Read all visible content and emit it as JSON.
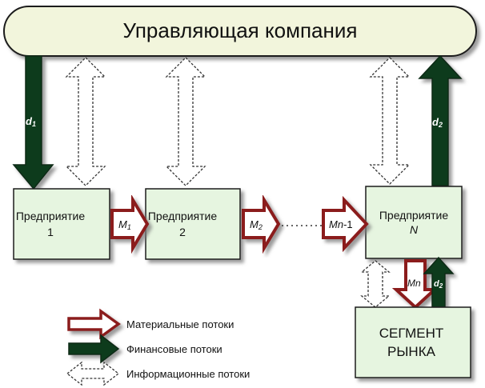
{
  "header": {
    "title": "Управляющая компания"
  },
  "enterprises": [
    {
      "line1": "Предприятие",
      "line2": "1"
    },
    {
      "line1": "Предприятие",
      "line2": "2"
    },
    {
      "line1": "Предприятие",
      "line2": "N"
    }
  ],
  "market": {
    "line1": "СЕГМЕНТ",
    "line2": "РЫНКА"
  },
  "flows": {
    "m1": {
      "letter": "M",
      "sub": "1"
    },
    "m2": {
      "letter": "M",
      "sub": "2"
    },
    "mn1": {
      "letter": "Mn",
      "sub": "-1"
    },
    "mn": {
      "letter": "Mn"
    },
    "d1": {
      "letter": "d",
      "sub": "1"
    },
    "d2": {
      "letter": "d",
      "sub": "2"
    },
    "d2b": {
      "letter": "d",
      "sub": "2"
    }
  },
  "legend": {
    "material": "Материальные потоки",
    "financial": "Финансовые потоки",
    "information": "Информационные потоки"
  },
  "colors": {
    "box_fill": "#e6f5e0",
    "header_fill": "#f2f5dc",
    "material": "#8b1a1a",
    "financial": "#0e3a1c",
    "shadow": "#8c8c8c"
  }
}
